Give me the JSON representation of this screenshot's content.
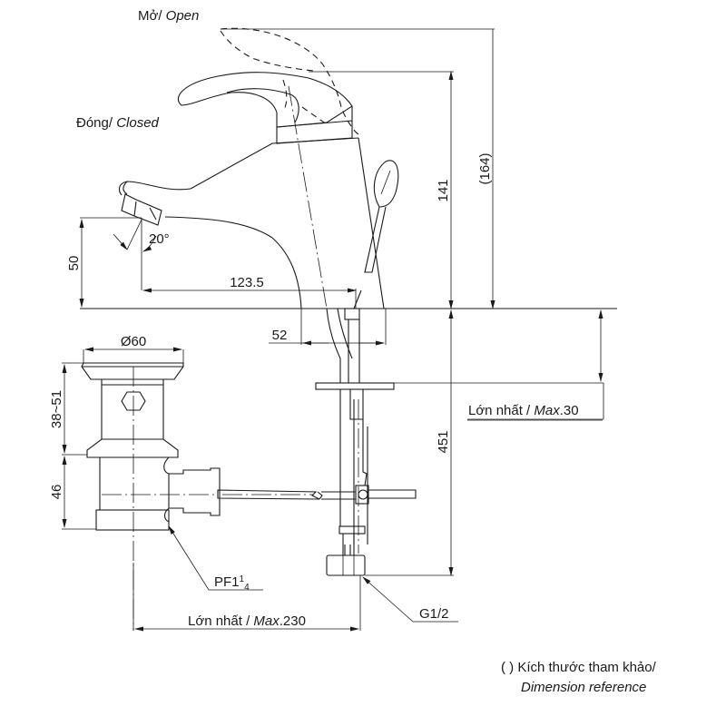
{
  "diagram": {
    "type": "technical-drawing",
    "subject": "basin faucet with pop-up drain",
    "labels": {
      "open_vi": "Mở/ ",
      "open_en": "Open",
      "closed_vi": "Đóng/ ",
      "closed_en": "Closed",
      "angle": "20°",
      "dim_50": "50",
      "dim_123_5": "123.5",
      "dim_141": "141",
      "dim_164": "(164)",
      "dim_52": "52",
      "dim_60": "Ø60",
      "dim_38_51": "38~51",
      "dim_46": "46",
      "dim_451": "451",
      "max30_vi": "Lớn nhất / ",
      "max30_en": "Max",
      "max30_val": ".30",
      "pf_main": "PF1",
      "pf_frac_num": "1",
      "pf_frac_den": "4",
      "g12": "G1/2",
      "max230_vi": "Lớn nhất / ",
      "max230_en": "Max",
      "max230_val": ".230",
      "note_line1": "( ) Kích thước tham khảo/",
      "note_line2": "Dimension reference"
    }
  }
}
